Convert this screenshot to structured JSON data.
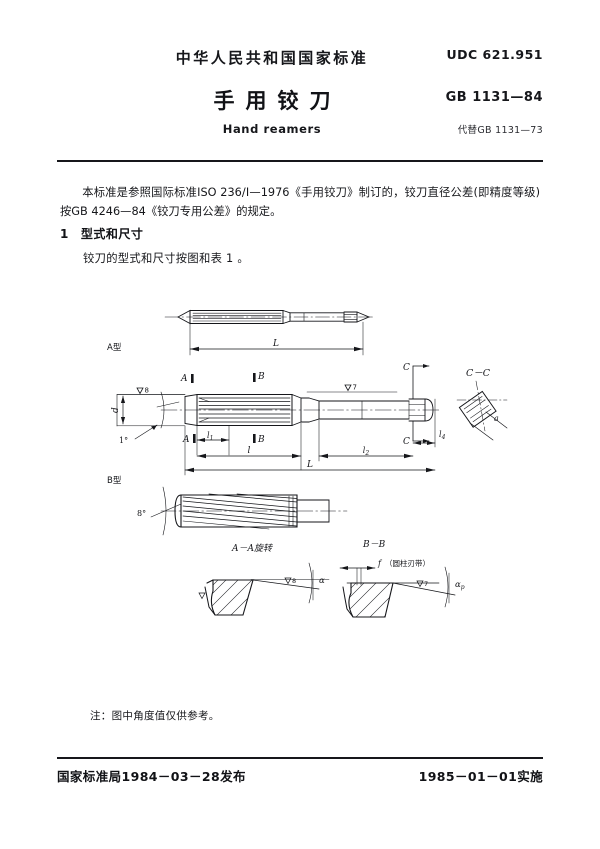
{
  "header": {
    "national_standard": "中华人民共和国国家标准",
    "title": "手用铰刀",
    "subtitle": "Hand reamers",
    "udc": "UDC 621.951",
    "standard_no": "GB 1131—84",
    "replaces": "代替GB 1131—73"
  },
  "body": {
    "paragraph": "本标准是参照国际标准ISO 236/Ⅰ—1976《手用铰刀》制订的，铰刀直径公差(即精度等级) 按GB 4246—84《铰刀专用公差》的规定。",
    "clause_number": "1",
    "clause_title": "型式和尺寸",
    "clause_text": "铰刀的型式和尺寸按图和表 1 。",
    "note": "注：图中角度值仅供参考。"
  },
  "figure": {
    "type_a_label": "A型",
    "type_b_label": "B型",
    "section_cc_label": "C－C",
    "section_aa_label": "A－A旋转",
    "section_bb_label": "B－B",
    "dimensions": {
      "overall_length_top": "L",
      "overall_length": "L",
      "flute_length": "l",
      "chamfer_length": "l1",
      "shank_length": "l2",
      "square_length": "l4",
      "diameter": "d",
      "square_size": "a",
      "land_width": "f",
      "land_note": "（圆柱刃带）"
    },
    "angles": {
      "lead_angle": "1°",
      "helix_angle": "8°",
      "rake_angle": "α",
      "back_rake": "αp"
    },
    "finish_marks": {
      "flute_surface": "8",
      "shank_surface": "7",
      "aa_surface": "8",
      "bb_surface": "7"
    },
    "section_marks": {
      "a": "A",
      "b": "B",
      "c": "C"
    }
  },
  "footer": {
    "issued": "国家标准局1984－03－28发布",
    "effective": "1985－01－01实施"
  }
}
